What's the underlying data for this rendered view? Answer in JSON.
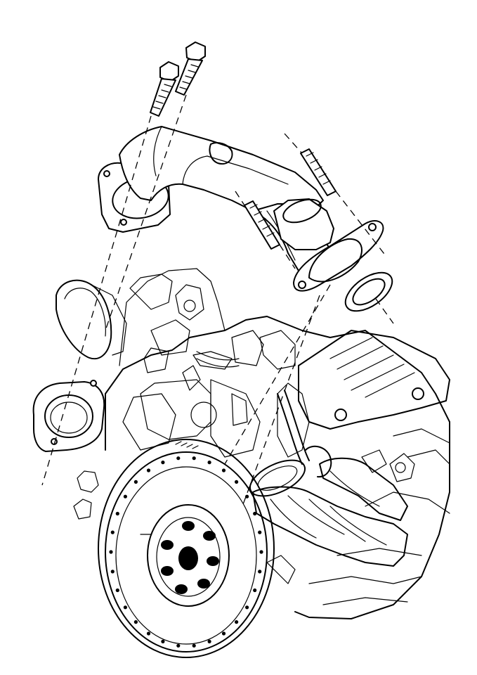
{
  "figure": {
    "description_text": "",
    "colors": {
      "line": "#000000",
      "background": "#ffffff"
    },
    "parts": [
      {
        "name": "bolt-left"
      },
      {
        "name": "bolt-right"
      },
      {
        "name": "crossover-pipe"
      },
      {
        "name": "stud-upper"
      },
      {
        "name": "stud-lower"
      },
      {
        "name": "outlet-flange"
      },
      {
        "name": "gasket-outlet"
      },
      {
        "name": "gasket-inlet"
      },
      {
        "name": "engine-block"
      },
      {
        "name": "flywheel"
      },
      {
        "name": "exhaust-manifold-right"
      }
    ]
  }
}
